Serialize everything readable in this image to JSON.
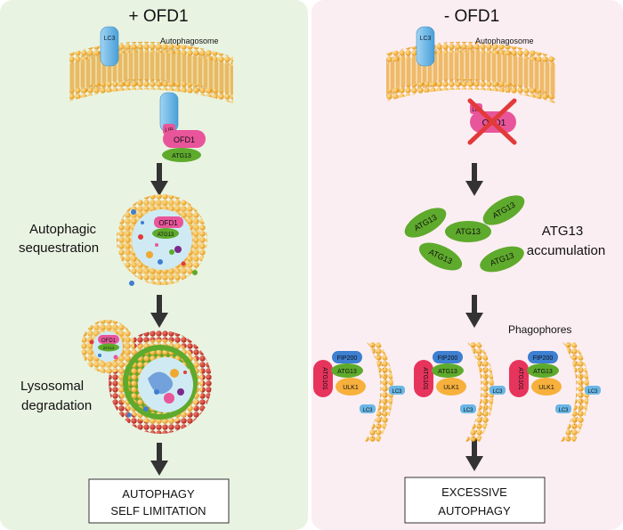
{
  "left_panel": {
    "title": "+ OFD1",
    "autophagosome_label": "Autophagosome",
    "lc3": "LC3",
    "lir": "LIR",
    "ofd1": "OFD1",
    "atg13": "ATG13",
    "sequestration_line1": "Autophagic",
    "sequestration_line2": "sequestration",
    "degradation_line1": "Lysosomal",
    "degradation_line2": "degradation",
    "outcome_line1": "AUTOPHAGY",
    "outcome_line2": "SELF LIMITATION",
    "colors": {
      "background": "#e9f3e2"
    }
  },
  "right_panel": {
    "title": "- OFD1",
    "autophagosome_label": "Autophagosome",
    "lc3": "LC3",
    "lir": "LIR",
    "ofd1": "OFD1",
    "atg13": "ATG13",
    "accumulation_line1": "ATG13",
    "accumulation_line2": "accumulation",
    "phagophores_label": "Phagophores",
    "atg101": "ATG101",
    "fip200": "FIP200",
    "ulk1": "ULK1",
    "outcome_line1": "EXCESSIVE",
    "outcome_line2": "AUTOPHAGY",
    "colors": {
      "background": "#fbeef2"
    }
  },
  "colors": {
    "membrane": "#f2ad33",
    "lc3": "#6ab7e6",
    "ofd1": "#e9559a",
    "atg13": "#5eaa2c",
    "fip200": "#3d7fd1",
    "ulk1": "#f7b03c",
    "atg101": "#e7345d",
    "cross": "#e23a3a"
  },
  "icons": [
    "down-arrow-icon",
    "membrane-bilayer",
    "cross-mark-icon"
  ]
}
